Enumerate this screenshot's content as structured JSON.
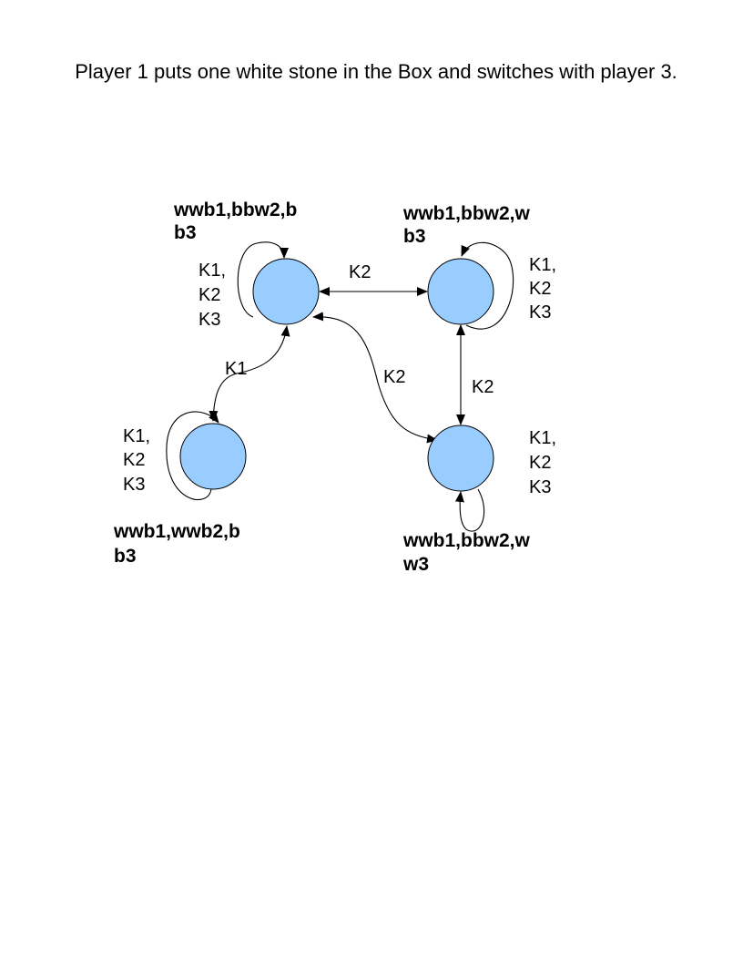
{
  "caption": "Player 1 puts one white stone in the Box and switches with player 3.",
  "colors": {
    "node_fill": "#99ccff",
    "stroke": "#000000"
  },
  "states": {
    "top_left": {
      "line1": "wwb1,bbw2,b",
      "line2": "b3",
      "loop": [
        "K1,",
        "K2",
        "K3"
      ]
    },
    "top_right": {
      "line1": "wwb1,bbw2,w",
      "line2": "b3",
      "loop": [
        "K1,",
        "K2",
        "K3"
      ]
    },
    "bottom_left": {
      "line1": "wwb1,wwb2,b",
      "line2": "b3",
      "loop": [
        "K1,",
        "K2",
        "K3"
      ]
    },
    "bottom_right": {
      "line1": "wwb1,bbw2,w",
      "line2": "w3",
      "loop": [
        "K1,",
        "K2",
        "K3"
      ]
    }
  },
  "edges": {
    "tl_tr": "K2",
    "tl_bl": "K1",
    "tl_br": "K2",
    "tr_br": "K2"
  }
}
